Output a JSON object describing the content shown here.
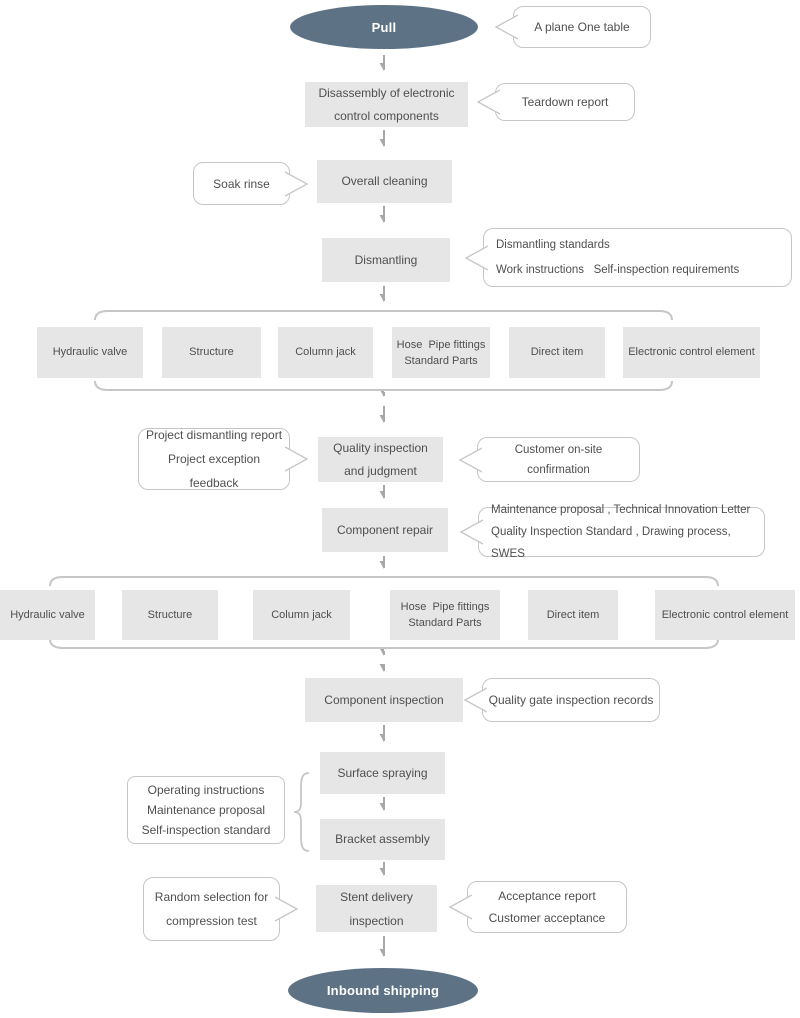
{
  "colors": {
    "terminal_fill": "#5e7286",
    "terminal_text": "#ffffff",
    "box_fill": "#e6e6e6",
    "text": "#4f4f4f",
    "callout_border": "#c6c6c6",
    "arrow": "#a8a8a8",
    "brace": "#c6c6c6"
  },
  "nodes": {
    "pull": {
      "label": "Pull"
    },
    "disassembly": {
      "label": "Disassembly of electronic\ncontrol components"
    },
    "overall_cleaning": {
      "label": "Overall cleaning"
    },
    "dismantling": {
      "label": "Dismantling"
    },
    "quality_inspection": {
      "label": "Quality inspection\nand judgment"
    },
    "component_repair": {
      "label": "Component repair"
    },
    "component_inspection": {
      "label": "Component inspection"
    },
    "surface_spraying": {
      "label": "Surface spraying"
    },
    "bracket_assembly": {
      "label": "Bracket assembly"
    },
    "stent_delivery": {
      "label": "Stent delivery\ninspection"
    },
    "inbound_shipping": {
      "label": "Inbound shipping"
    }
  },
  "rows": {
    "row1": [
      "Hydraulic valve",
      "Structure",
      "Column jack",
      "Hose  Pipe fittings\nStandard Parts",
      "Direct item",
      "Electronic control element"
    ],
    "row2": [
      "Hydraulic valve",
      "Structure",
      "Column jack",
      "Hose  Pipe fittings\nStandard Parts",
      "Direct item",
      "Electronic control element"
    ]
  },
  "callouts": {
    "plane_table": {
      "label": "A plane One table"
    },
    "teardown": {
      "label": "Teardown report"
    },
    "soak_rinse": {
      "label": "Soak rinse"
    },
    "dismantling_notes": {
      "label": "Dismantling standards\nWork instructions   Self-inspection requirements"
    },
    "project_reports": {
      "label": "Project dismantling report\nProject exception feedback"
    },
    "customer_confirmation": {
      "label": "Customer on-site confirmation"
    },
    "repair_docs": {
      "label": "Maintenance proposal , Technical Innovation Letter\nQuality Inspection Standard , Drawing process, SWES"
    },
    "quality_gate": {
      "label": "Quality gate inspection records"
    },
    "operating_notes": {
      "label": "Operating instructions\nMaintenance proposal\nSelf-inspection standard"
    },
    "compression_test": {
      "label": "Random selection for\ncompression test"
    },
    "acceptance": {
      "label": "Acceptance report\nCustomer acceptance"
    }
  }
}
